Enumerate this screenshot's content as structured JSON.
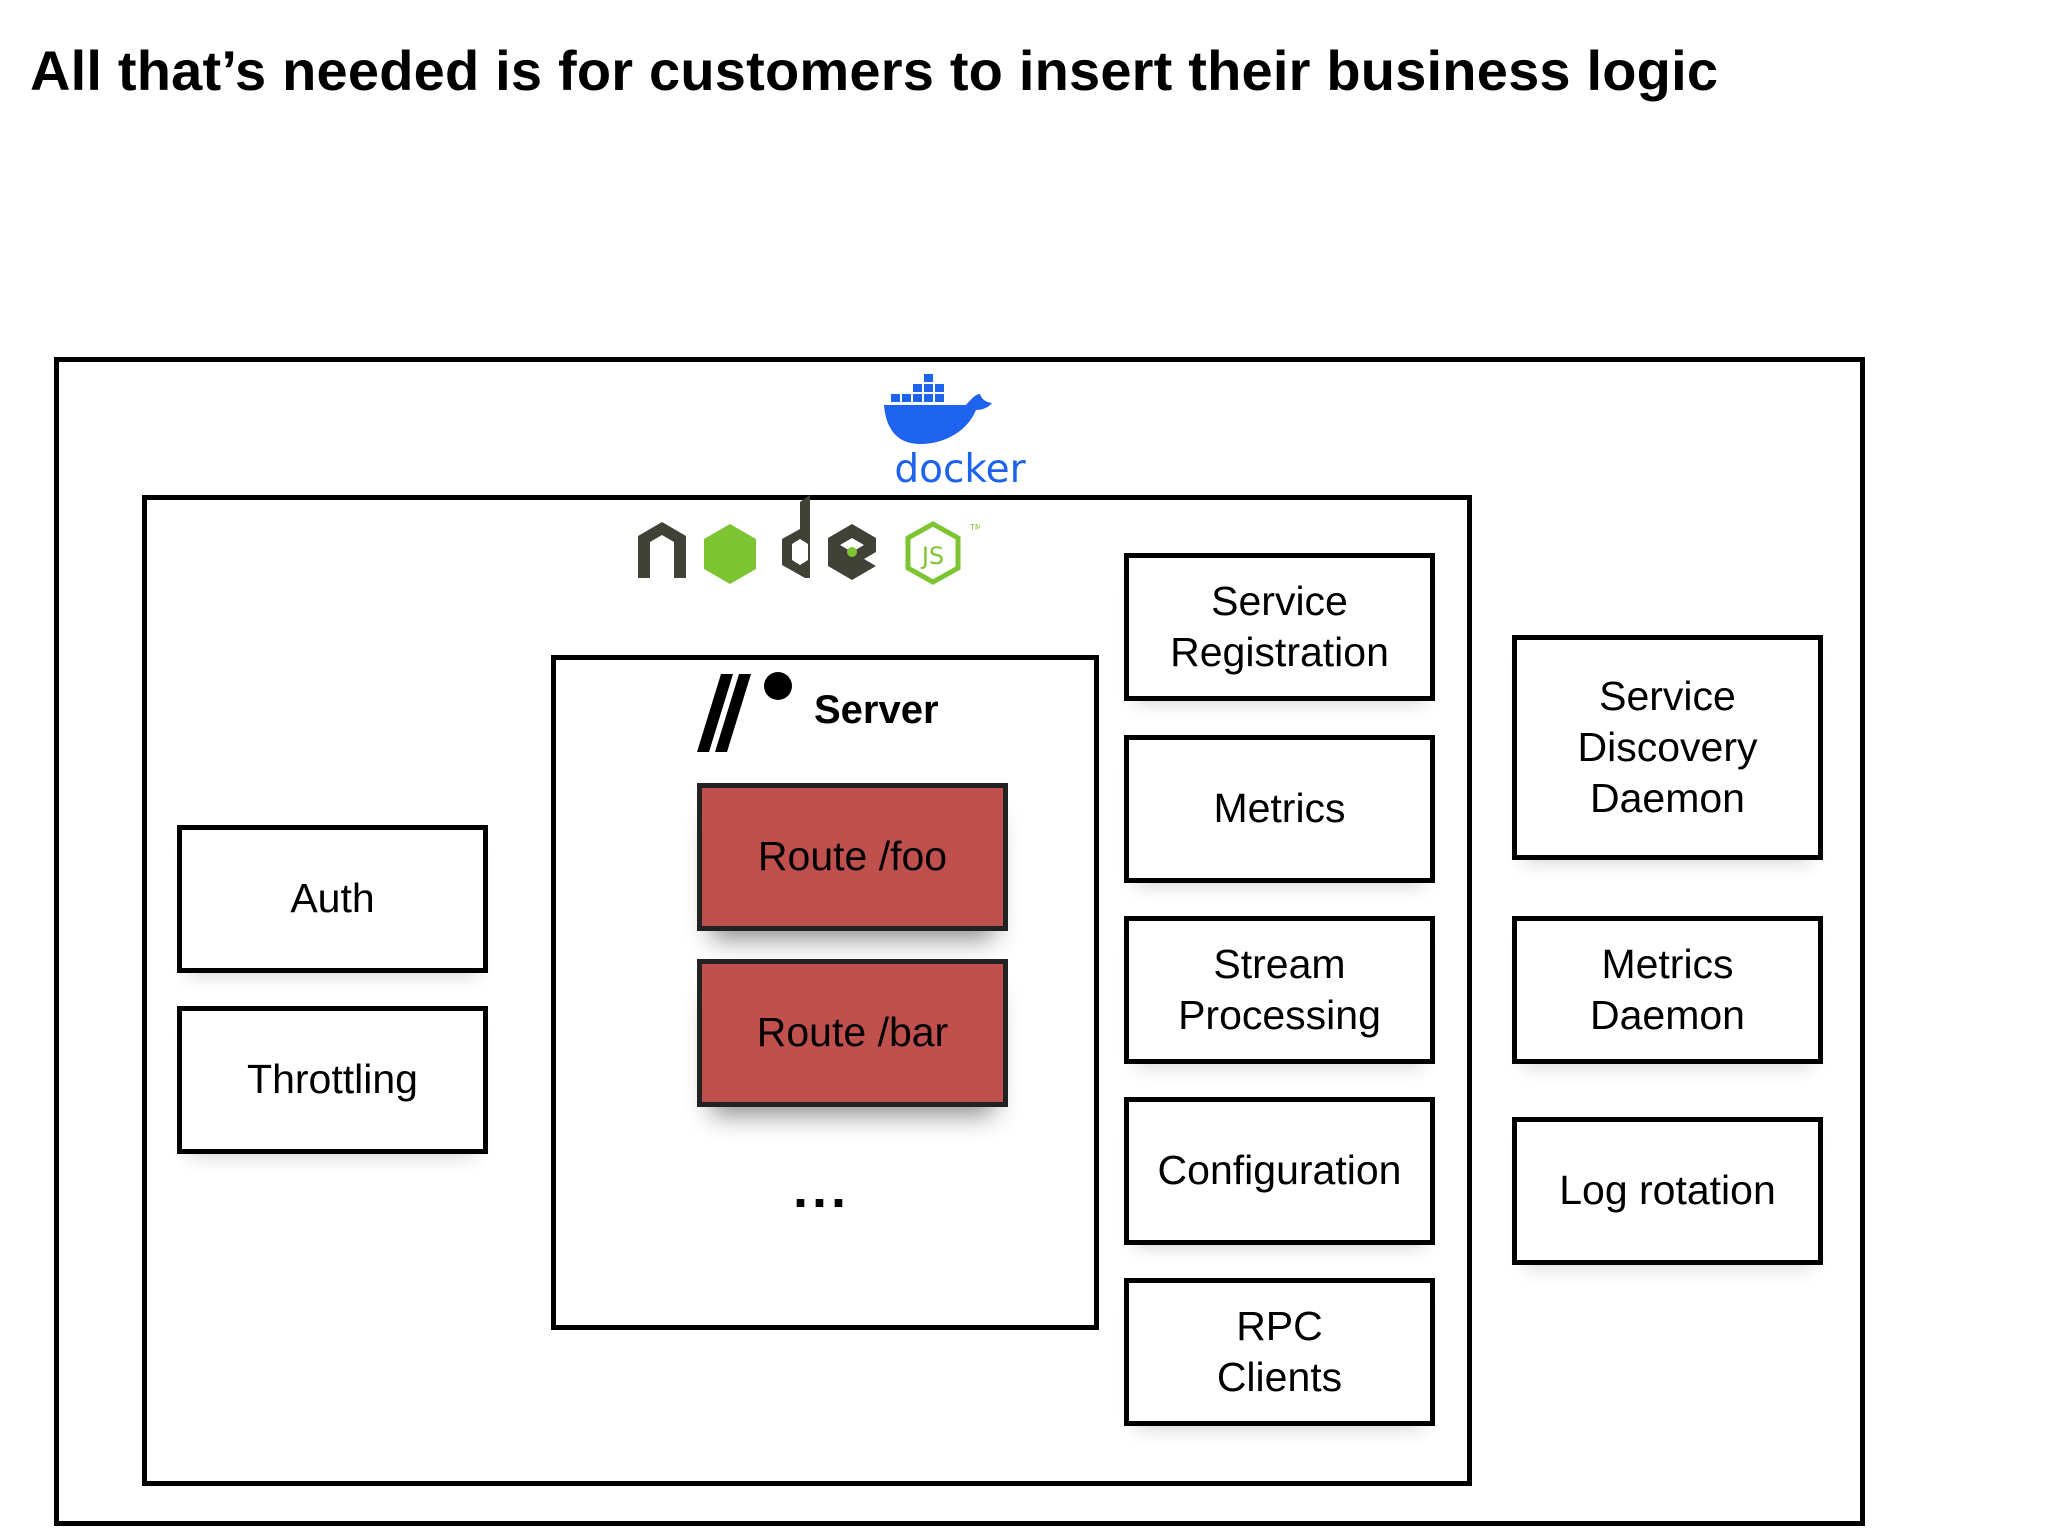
{
  "title": "All that’s needed is for customers to insert their business logic",
  "docker_logo": {
    "icon": "docker-whale-icon",
    "text": "docker",
    "color": "#1d63ed"
  },
  "node_logo": {
    "icon": "nodejs-logo-icon",
    "text": "node",
    "badge": "JS",
    "trademark": "TM",
    "dark": "#404137",
    "green": "#7cc431"
  },
  "server": {
    "icon": "express-server-icon",
    "label": "Server",
    "ellipsis": "..."
  },
  "routes": [
    {
      "label": "Route /foo"
    },
    {
      "label": "Route /bar"
    }
  ],
  "left_boxes": [
    {
      "label": "Auth"
    },
    {
      "label": "Throttling"
    }
  ],
  "node_services": [
    {
      "label": "Service\nRegistration"
    },
    {
      "label": "Metrics"
    },
    {
      "label": "Stream\nProcessing"
    },
    {
      "label": "Configuration"
    },
    {
      "label": "RPC\nClients"
    }
  ],
  "docker_services": [
    {
      "label": "Service\nDiscovery\nDaemon"
    },
    {
      "label": "Metrics\nDaemon"
    },
    {
      "label": "Log rotation"
    }
  ],
  "colors": {
    "route_fill": "#c0504d",
    "border": "#000000"
  }
}
